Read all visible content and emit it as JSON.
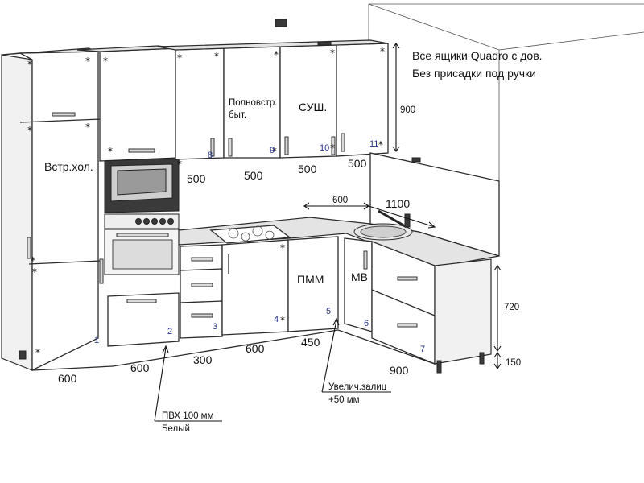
{
  "notes": {
    "line1": "Все ящики Quadro с дов.",
    "line2": "Без присадки под ручки"
  },
  "labels": {
    "fridge": "Встр.хол.",
    "builtin_line1": "Полновстр.",
    "builtin_line2": "быт.",
    "dryer": "СУШ.",
    "dishwasher": "ПММ",
    "microwave": "МВ"
  },
  "dimensions": {
    "upper_height": "900",
    "upper_widths": [
      "500",
      "500",
      "500",
      "500"
    ],
    "corner_depth": "600",
    "corner_length": "1100",
    "base_height": "720",
    "plinth_height": "150",
    "bottom_widths": [
      "600",
      "600",
      "300",
      "600",
      "450",
      "900"
    ]
  },
  "module_numbers": [
    "1",
    "2",
    "3",
    "4",
    "5",
    "6",
    "7",
    "8",
    "9",
    "10",
    "11"
  ],
  "callouts": {
    "plinth_line1": "ПВХ 100 мм",
    "plinth_line2": "Белый",
    "apron_line1": "Увелич.залиц",
    "apron_line2": "+50 мм"
  },
  "colors": {
    "line": "#2b2b2b",
    "module_number": "#27348b",
    "background": "#ffffff"
  }
}
